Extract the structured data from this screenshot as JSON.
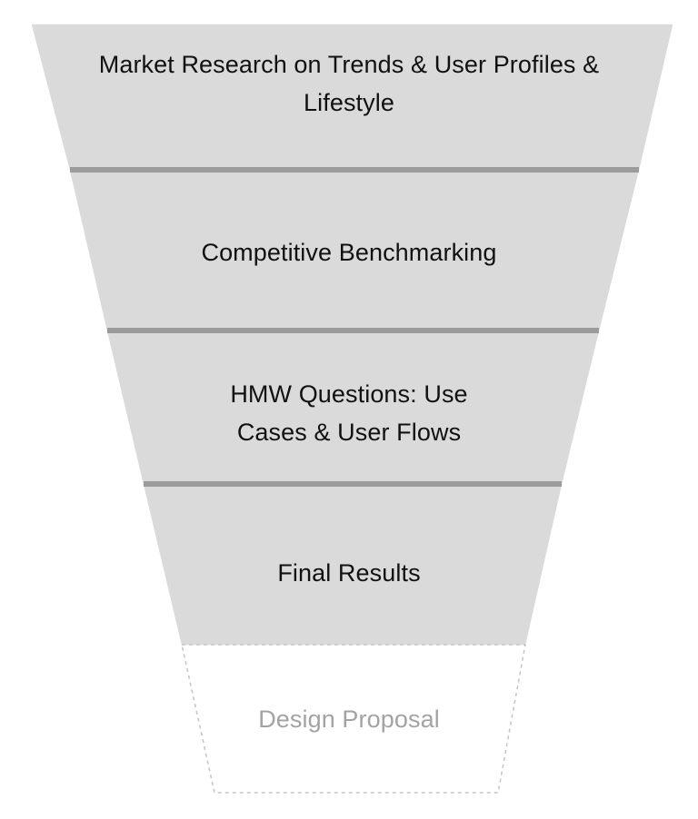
{
  "funnel": {
    "stages": [
      {
        "lines": [
          "Market Research on Trends & User Profiles &",
          "Lifestyle"
        ],
        "style": "filled"
      },
      {
        "lines": [
          "Competitive Benchmarking"
        ],
        "style": "filled"
      },
      {
        "lines": [
          "HMW Questions: Use",
          "Cases & User Flows"
        ],
        "style": "filled"
      },
      {
        "lines": [
          "Final Results"
        ],
        "style": "filled"
      },
      {
        "lines": [
          "Design Proposal"
        ],
        "style": "dashed"
      }
    ],
    "colors": {
      "fill": "#dadada",
      "divider": "#9b9b9b",
      "dashed_outline": "#c4c4c4",
      "text": "#111111",
      "muted_text": "#a3a3a3"
    }
  }
}
